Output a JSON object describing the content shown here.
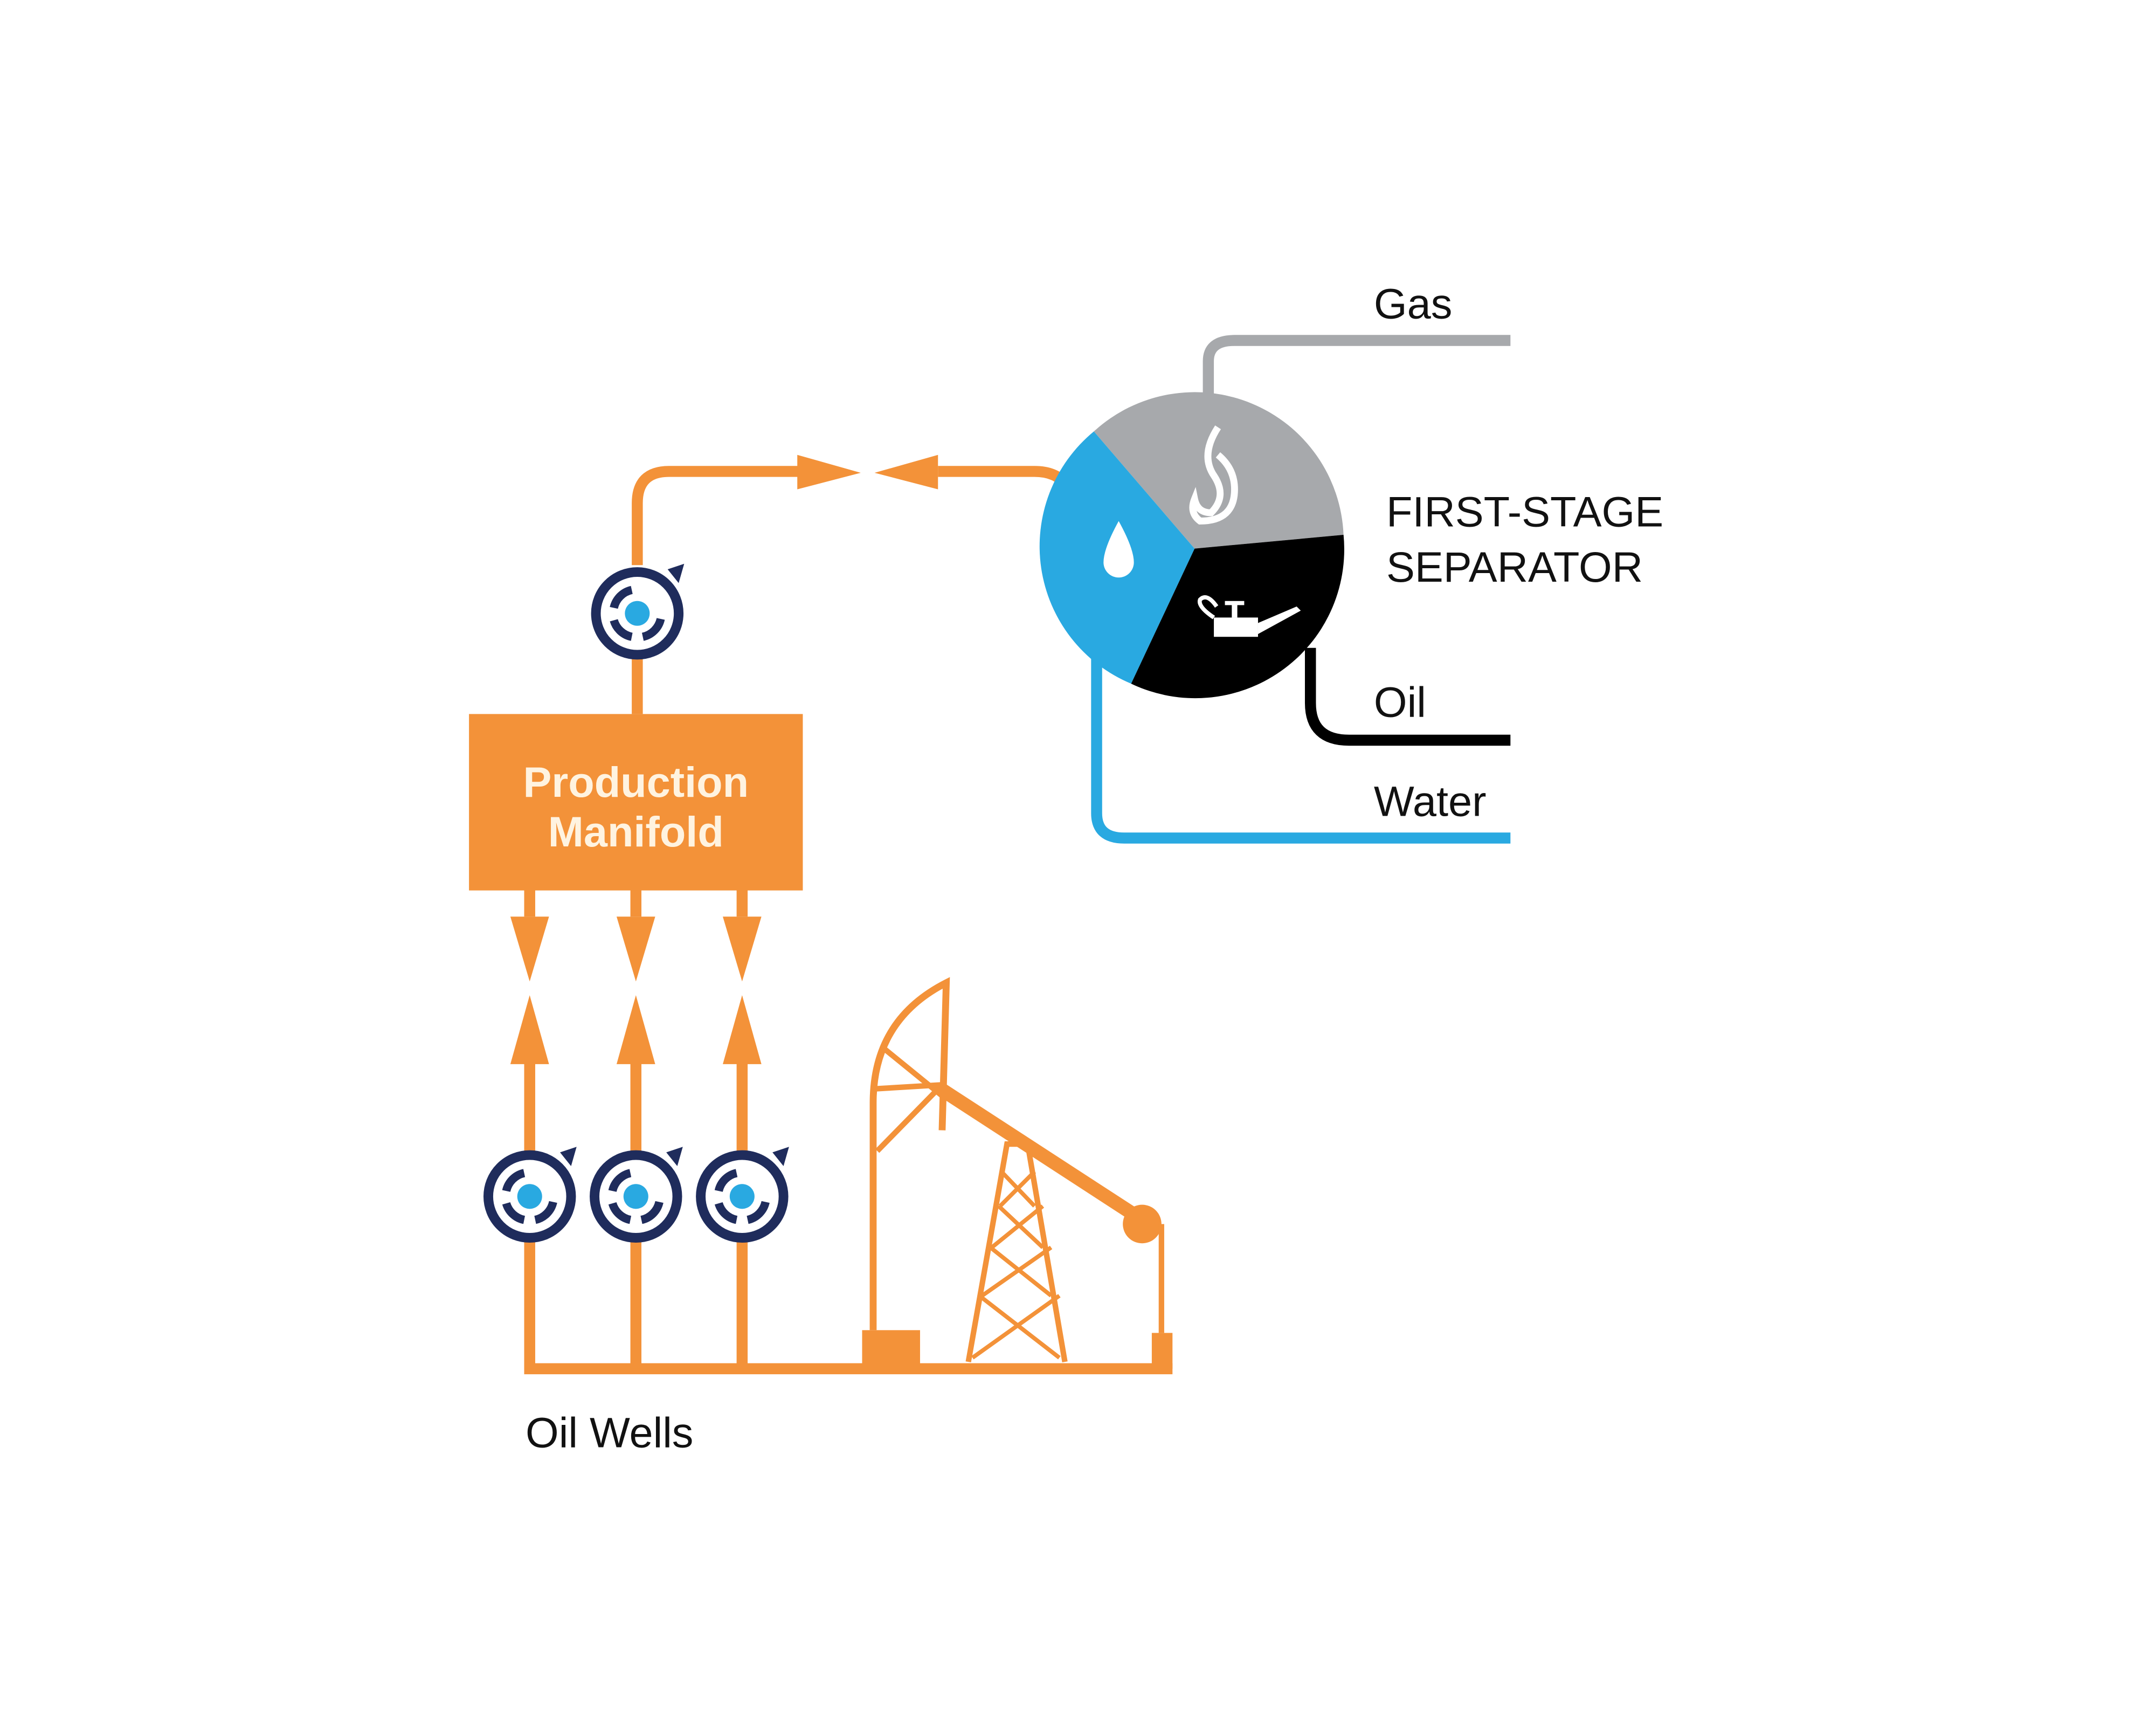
{
  "title": "Oil production flow to first-stage separator",
  "colors": {
    "orange": "#F39239",
    "navy": "#1F2C5C",
    "blue": "#29A9E1",
    "gray": "#A7A9AC",
    "black": "#000000",
    "white": "#FFFFFF"
  },
  "labels": {
    "manifold_line1": "Production",
    "manifold_line2": "Manifold",
    "separator_line1": "FIRST-STAGE",
    "separator_line2": "SEPARATOR",
    "gas": "Gas",
    "oil": "Oil",
    "water": "Water",
    "oil_wells": "Oil Wells"
  },
  "components": [
    {
      "id": "oil-wells",
      "type": "pumpjack",
      "label": "Oil Wells"
    },
    {
      "id": "flow-meters-wells",
      "type": "flow-meter",
      "count": 3
    },
    {
      "id": "well-valves",
      "type": "valve",
      "count": 3
    },
    {
      "id": "production-manifold",
      "type": "manifold",
      "label": "Production Manifold"
    },
    {
      "id": "flow-meter-manifold",
      "type": "flow-meter",
      "count": 1
    },
    {
      "id": "manifold-valve",
      "type": "valve",
      "count": 1
    },
    {
      "id": "first-stage-separator",
      "type": "separator",
      "label": "FIRST-STAGE SEPARATOR",
      "sections": [
        "Gas",
        "Oil",
        "Water"
      ]
    }
  ],
  "outputs": [
    {
      "name": "Gas",
      "pipe_color": "#A7A9AC",
      "icon": "flame-icon"
    },
    {
      "name": "Oil",
      "pipe_color": "#000000",
      "icon": "oil-can-icon"
    },
    {
      "name": "Water",
      "pipe_color": "#29A9E1",
      "icon": "water-drop-icon"
    }
  ]
}
